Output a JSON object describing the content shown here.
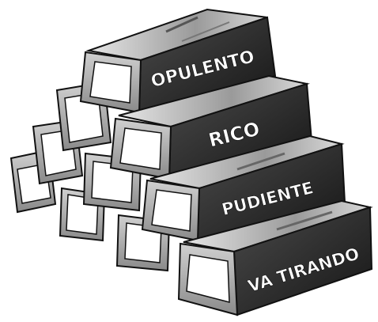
{
  "illustration": {
    "subject": "gold bar pyramid",
    "tiers": [
      {
        "id": "tier-1",
        "label": "OPULENTO"
      },
      {
        "id": "tier-2",
        "label": "RICO"
      },
      {
        "id": "tier-3",
        "label": "PUDIENTE"
      },
      {
        "id": "tier-4",
        "label": "VA TIRANDO"
      }
    ],
    "colors": {
      "bar_face": "#2a2a2a",
      "bar_side": "#3c3c3c",
      "bar_top": "#cfcfcf",
      "end_face": "#ffffff",
      "outline": "#111111",
      "label": "#ffffff"
    }
  }
}
